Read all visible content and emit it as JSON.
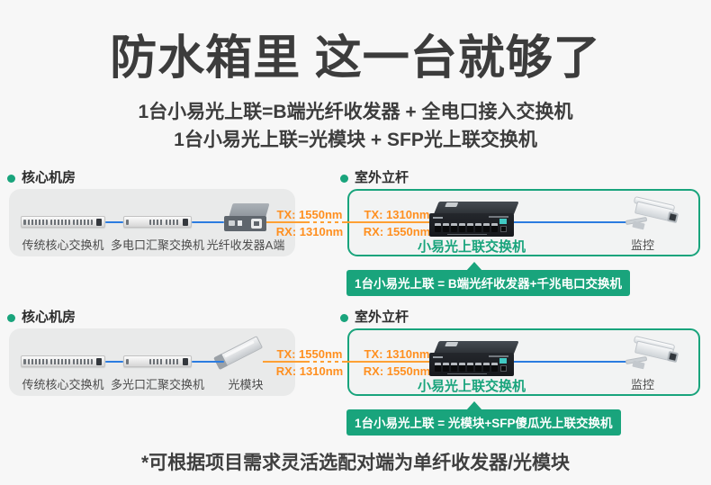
{
  "page": {
    "title": "防水箱里 这一台就够了",
    "subtitles": [
      "1台小易光上联=B端光纤收发器 + 全电口接入交换机",
      "1台小易光上联=光模块 + SFP光上联交换机"
    ],
    "footnote": "*可根据项目需求灵活选配对端为单纤收发器/光模块"
  },
  "colors": {
    "accent_green": "#19a47c",
    "orange": "#ff8f1f",
    "blue": "#2b7ce0"
  },
  "sections": [
    {
      "left_header": "核心机房",
      "right_header": "室外立杆",
      "devices": [
        "传统核心交换机",
        "多电口汇聚交换机",
        "光纤收发器A端"
      ],
      "uplink_left": {
        "tx": "TX: 1550nm",
        "rx": "RX: 1310nm"
      },
      "uplink_right": {
        "tx": "TX: 1310nm",
        "rx": "RX: 1550nm"
      },
      "switch_label": "小易光上联交换机",
      "camera_label": "监控",
      "banner": "1台小易光上联 = B端光纤收发器+千兆电口交换机"
    },
    {
      "left_header": "核心机房",
      "right_header": "室外立杆",
      "devices": [
        "传统核心交换机",
        "多光口汇聚交换机",
        "光模块"
      ],
      "uplink_left": {
        "tx": "TX: 1550nm",
        "rx": "RX: 1310nm"
      },
      "uplink_right": {
        "tx": "TX: 1310nm",
        "rx": "RX: 1550nm"
      },
      "switch_label": "小易光上联交换机",
      "camera_label": "监控",
      "banner": "1台小易光上联 = 光模块+SFP傻瓜光上联交换机"
    }
  ]
}
